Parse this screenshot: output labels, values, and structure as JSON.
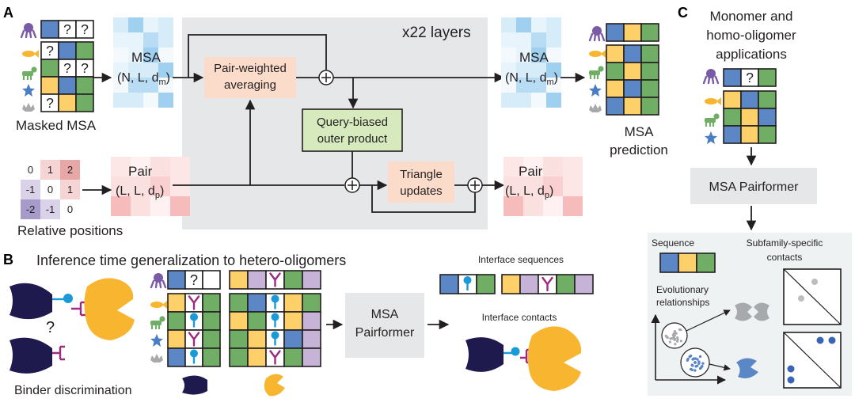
{
  "panels": {
    "a": "A",
    "b": "B",
    "c": "C"
  },
  "a": {
    "masked_msa": "Masked MSA",
    "relative_positions": "Relative positions",
    "layers": "x22 layers",
    "msa_in": {
      "title": "MSA",
      "dims": "(N, L, d",
      "sub": "m",
      "close": ")"
    },
    "pair_in": {
      "title": "Pair",
      "dims": "(L, L, d",
      "sub": "p",
      "close": ")"
    },
    "msa_out": {
      "title": "MSA",
      "dims": "(N, L, d",
      "sub": "m",
      "close": ")"
    },
    "pair_out": {
      "title": "Pair",
      "dims": "(L, L, d",
      "sub": "p",
      "close": ")"
    },
    "pair_weighted": [
      "Pair-weighted",
      "averaging"
    ],
    "query_biased": [
      "Query-biased",
      "outer product"
    ],
    "triangle": [
      "Triangle",
      "updates"
    ],
    "msa_prediction": [
      "MSA",
      "prediction"
    ],
    "relpos": [
      "0",
      "1",
      "2",
      "-1",
      "0",
      "1",
      "-2",
      "-1",
      "0"
    ],
    "masked_cells": [
      [
        "b",
        "q",
        "q"
      ],
      [
        "q",
        "b",
        "g"
      ],
      [
        "g",
        "q",
        "q"
      ],
      [
        "y",
        "b",
        "g"
      ],
      [
        "q",
        "y",
        "g"
      ]
    ],
    "pred_cells": [
      [
        "b",
        "y",
        "g"
      ],
      [
        "y",
        "b",
        "g"
      ],
      [
        "g",
        "y",
        "g"
      ],
      [
        "y",
        "b",
        "g"
      ],
      [
        "b",
        "y",
        "g"
      ]
    ]
  },
  "b": {
    "title": "Inference time generalization to hetero-oligomers",
    "question": "?",
    "binder_discrimination": "Binder discrimination",
    "pairformer": [
      "MSA",
      "Pairformer"
    ],
    "interface_sequences": "Interface sequences",
    "interface_contacts": "Interface contacts",
    "msa1": [
      [
        "b",
        "q",
        "w"
      ],
      [
        "y",
        "Y",
        "g"
      ],
      [
        "g",
        "P",
        "g"
      ],
      [
        "y",
        "Y",
        "g"
      ],
      [
        "b",
        "P",
        "g"
      ]
    ],
    "msa2": [
      [
        "y",
        "p",
        "Y",
        "g",
        "p"
      ],
      [
        "g",
        "b",
        "P",
        "y",
        "g"
      ],
      [
        "y",
        "g",
        "P",
        "y",
        "p"
      ],
      [
        "g",
        "y",
        "P",
        "b",
        "p"
      ],
      [
        "g",
        "y",
        "Y",
        "g",
        "p"
      ]
    ],
    "seq_a": [
      "b",
      "P",
      "g"
    ],
    "seq_b": [
      "y",
      "p",
      "Y",
      "g",
      "p"
    ]
  },
  "c": {
    "title": [
      "Monomer and",
      "homo-oligomer",
      "applications"
    ],
    "pairformer": "MSA Pairformer",
    "sequence": "Sequence",
    "subfamily": [
      "Subfamily-specific",
      "contacts"
    ],
    "evolutionary": [
      "Evolutionary",
      "relationships"
    ],
    "msa_cells": [
      [
        "b",
        "q",
        "g"
      ],
      [
        "y",
        "b",
        "g"
      ],
      [
        "g",
        "y",
        "b"
      ],
      [
        "b",
        "y",
        "g"
      ]
    ],
    "seq_cells": [
      "b",
      "y",
      "g"
    ]
  },
  "colors": {
    "blue": "#5b87c7",
    "yellow": "#fdd069",
    "green": "#6fae64",
    "purple": "#c7b3d8",
    "pink_box": "#fbdccb",
    "green_box": "#d6eabd",
    "panel_gray": "#e6e7e8",
    "binder_navy": "#1f1a4e",
    "orange": "#f8b530",
    "magenta": "#9b2a80",
    "cyan": "#1a9ad6"
  }
}
